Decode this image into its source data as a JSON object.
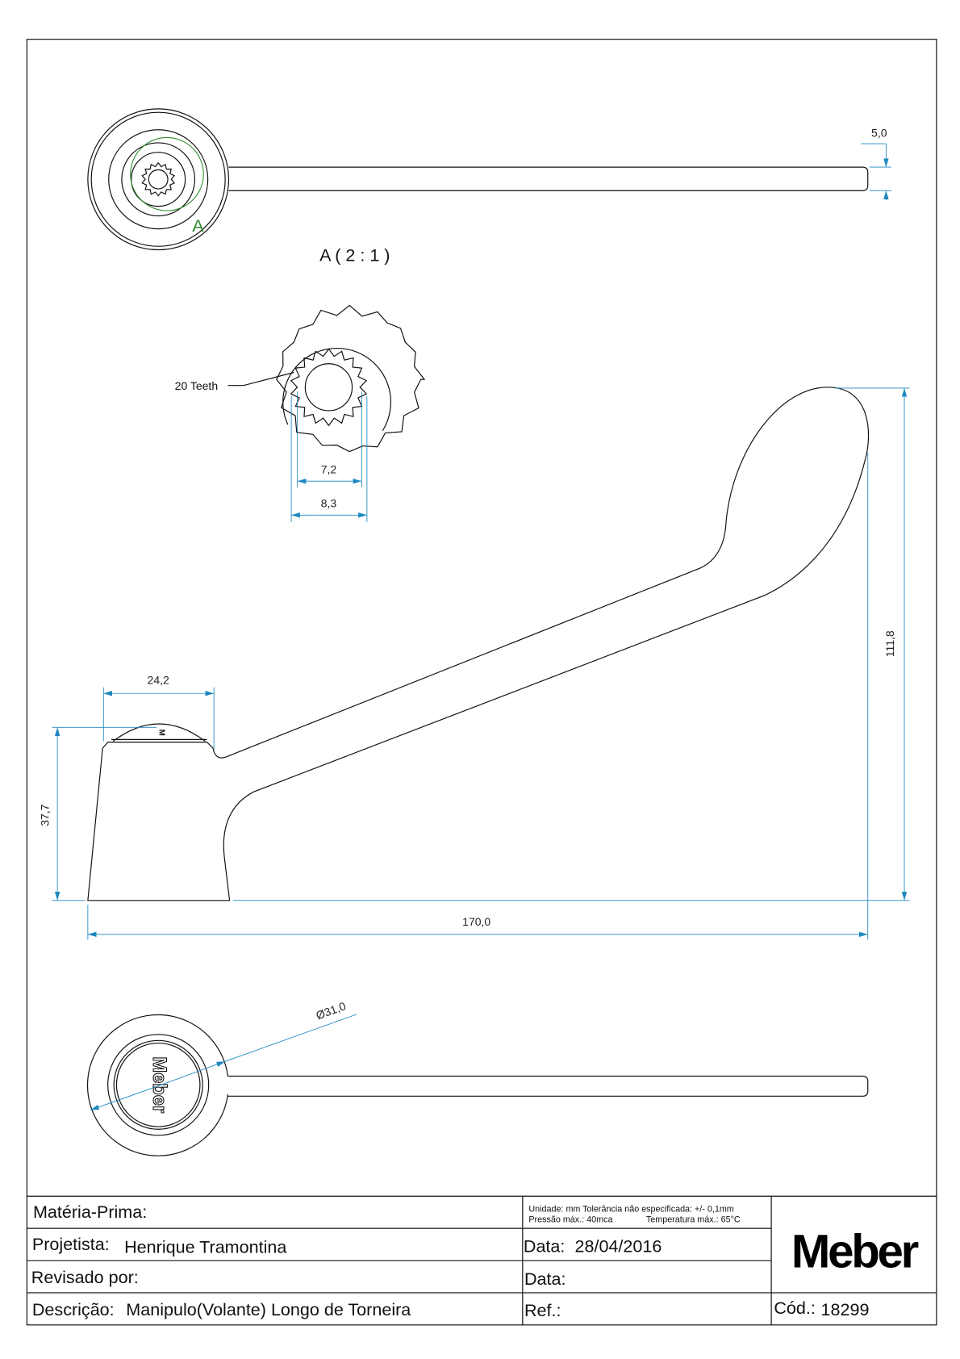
{
  "drawing": {
    "detail_marker": "A",
    "detail_title": "A ( 2 : 1 )",
    "teeth_note": "20 Teeth",
    "logo_mark": "Meber",
    "dimensions": {
      "bar_thickness": "5,0",
      "spline_inner": "7,2",
      "spline_outer": "8,3",
      "cap_width": "24,2",
      "cap_height": "37,7",
      "total_height": "111,8",
      "total_length": "170,0",
      "diameter": "Ø31,0"
    },
    "colors": {
      "dimension": "#1e88c0",
      "detail": "#2e8b2e"
    }
  },
  "title_block": {
    "materia_prima_label": "Matéria-Prima:",
    "specs_line1": "Unidade: mm Tolerância não especificada: +/- 0,1mm",
    "specs_line2a": "Pressão máx.: 40mca",
    "specs_line2b": "Temperatura máx.: 65°C",
    "projetista_label": "Projetista:",
    "projetista_value": "Henrique Tramontina",
    "data1_label": "Data:",
    "data1_value": "28/04/2016",
    "revisado_label": "Revisado por:",
    "data2_label": "Data:",
    "descricao_label": "Descrição:",
    "descricao_value": "Manipulo(Volante) Longo de Torneira",
    "ref_label": "Ref.:",
    "logo": "Meber",
    "cod_label": "Cód.:",
    "cod_value": "18299"
  }
}
